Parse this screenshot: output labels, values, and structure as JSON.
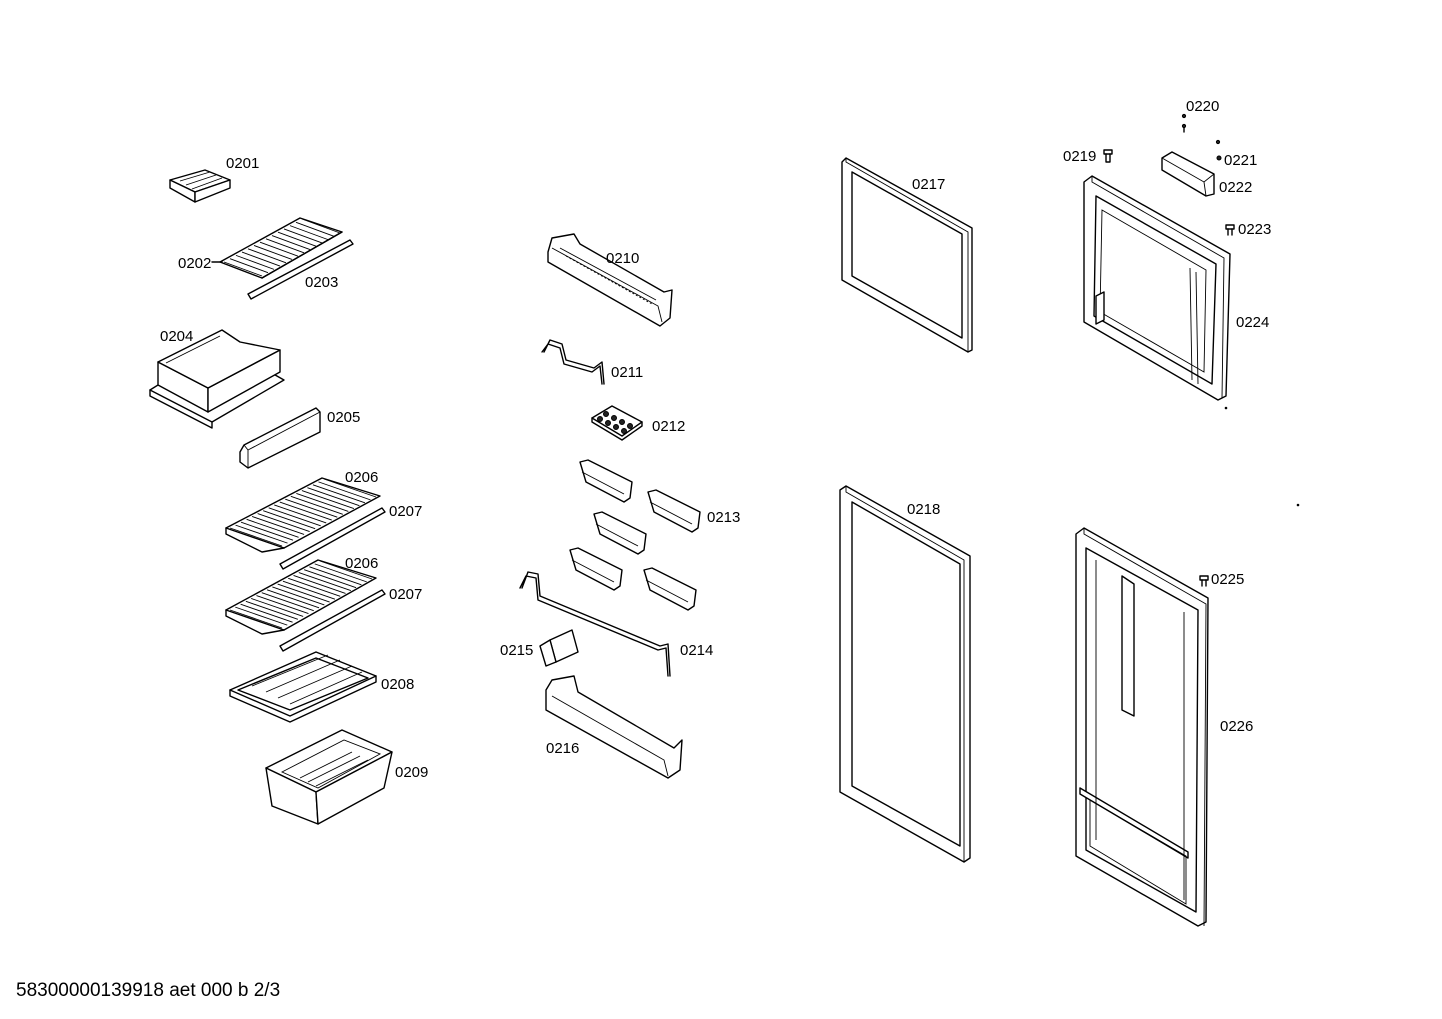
{
  "labels": {
    "p0201": "0201",
    "p0202": "0202",
    "p0203": "0203",
    "p0204": "0204",
    "p0205": "0205",
    "p0206a": "0206",
    "p0207a": "0207",
    "p0206b": "0206",
    "p0207b": "0207",
    "p0208": "0208",
    "p0209": "0209",
    "p0210": "0210",
    "p0211": "0211",
    "p0212": "0212",
    "p0213": "0213",
    "p0214": "0214",
    "p0215": "0215",
    "p0216": "0216",
    "p0217": "0217",
    "p0218": "0218",
    "p0219": "0219",
    "p0220": "0220",
    "p0221": "0221",
    "p0222": "0222",
    "p0223": "0223",
    "p0224": "0224",
    "p0225": "0225",
    "p0226": "0226"
  },
  "footer": {
    "code": "58300000139918 aet 000 b 2/3"
  }
}
